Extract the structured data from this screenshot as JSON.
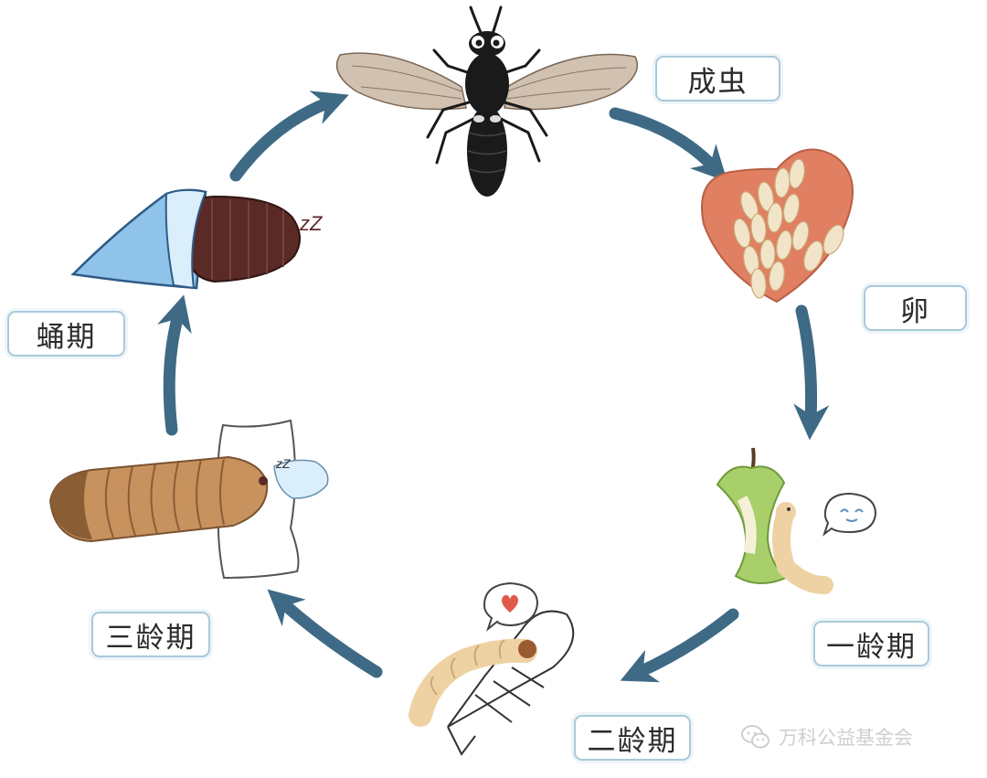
{
  "stages": {
    "adult": "成虫",
    "egg": "卵",
    "instar1": "一龄期",
    "instar2": "二龄期",
    "instar3": "三龄期",
    "pupa": "蛹期"
  },
  "pupa_sleep": "zZ",
  "instar3_sleep": "zZ",
  "watermark": "万科公益基金会",
  "colors": {
    "arrow": "#3e6a85",
    "label_border": "#a9c9da",
    "fly_body": "#1a1a1a",
    "egg_heart": "#e07f62",
    "egg": "#f2e4c8",
    "apple": "#a8cf6a",
    "larva": "#efd2a3",
    "larva3": "#c7925e",
    "pupa_shell": "#5a2a26",
    "blanket": "#8fc3ea"
  }
}
